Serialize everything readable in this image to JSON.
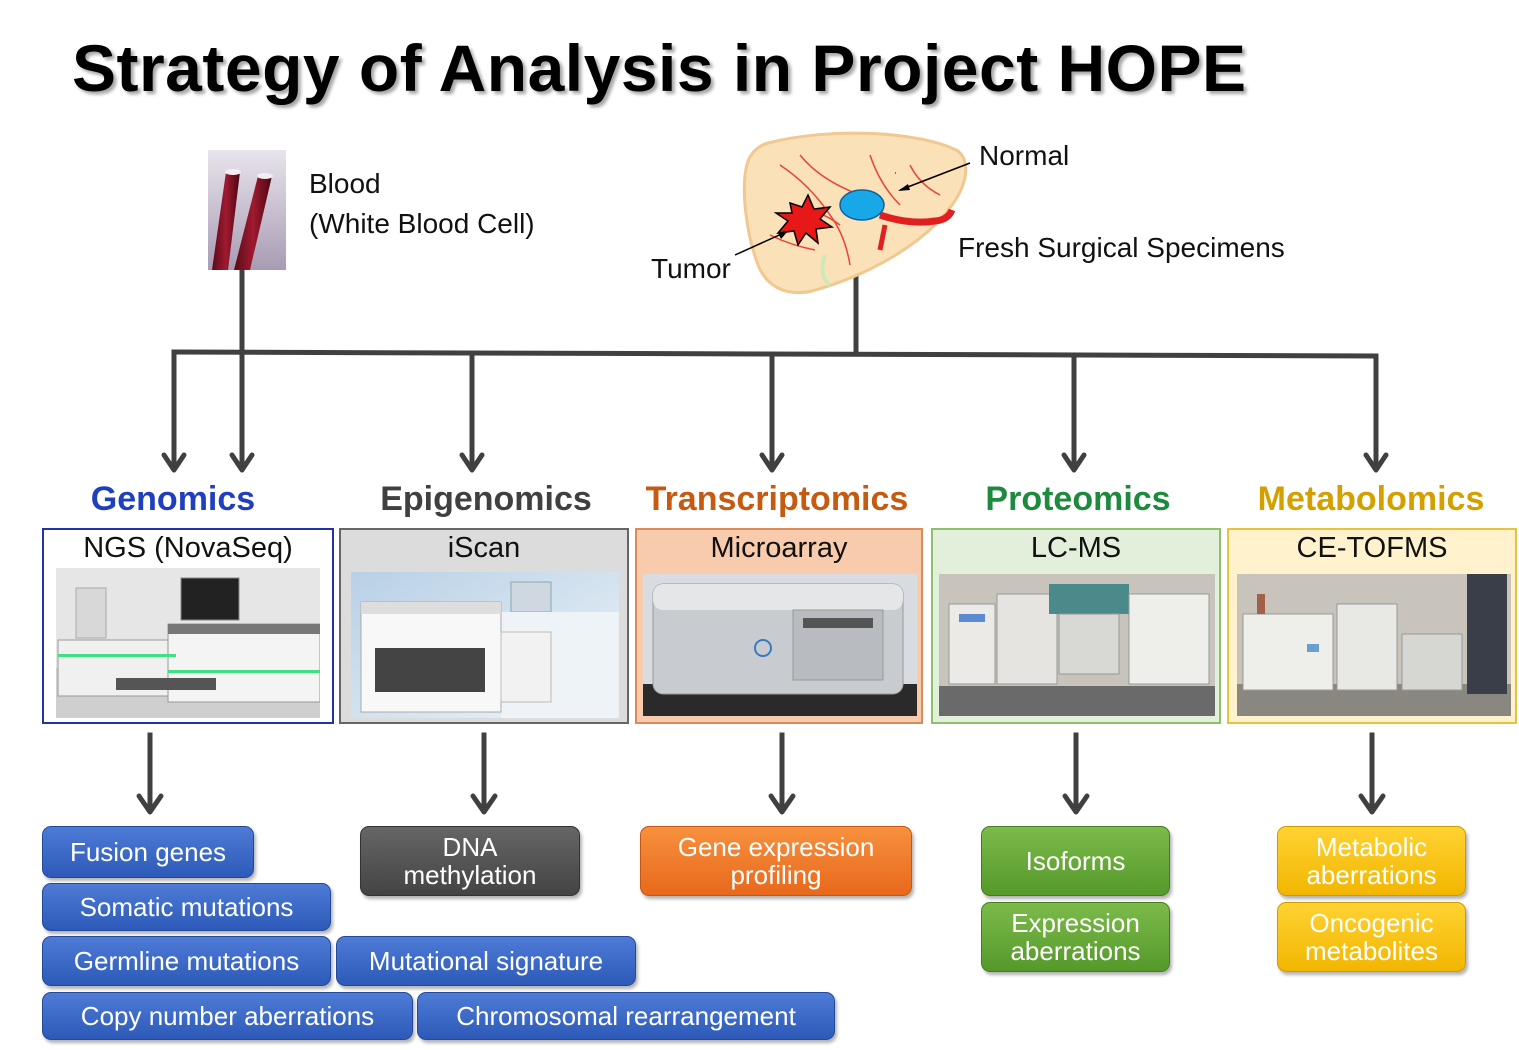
{
  "title": "Strategy of Analysis in Project HOPE",
  "sources": {
    "blood_label_line1": "Blood",
    "blood_label_line2": "(White Blood Cell)",
    "normal_label": "Normal",
    "tumor_label": "Tumor",
    "specimen_label": "Fresh Surgical Specimens"
  },
  "omics": [
    {
      "title": "Genomics",
      "color": "#1f3fbf",
      "instrument": "NGS (NovaSeq)",
      "box_border": "#2233aa",
      "box_fill": "#ffffff"
    },
    {
      "title": "Epigenomics",
      "color": "#404040",
      "instrument": "iScan",
      "box_border": "#666666",
      "box_fill": "#dcdcdc"
    },
    {
      "title": "Transcriptomics",
      "color": "#c55a11",
      "instrument": "Microarray",
      "box_border": "#d98b5a",
      "box_fill": "#f8cbad"
    },
    {
      "title": "Proteomics",
      "color": "#1e8a3e",
      "instrument": "LC-MS",
      "box_border": "#8fbf6a",
      "box_fill": "#e2efda"
    },
    {
      "title": "Metabolomics",
      "color": "#d4a000",
      "instrument": "CE-TOFMS",
      "box_border": "#e6c33a",
      "box_fill": "#fff2cc"
    }
  ],
  "outputs": {
    "genomics": [
      "Fusion genes",
      "Somatic mutations",
      "Germline mutations",
      "Copy number aberrations"
    ],
    "genomics_extra": [
      "Mutational signature",
      "Chromosomal rearrangement"
    ],
    "epigenomics": [
      "DNA methylation"
    ],
    "transcriptomics": [
      "Gene expression profiling"
    ],
    "proteomics": [
      "Isoforms",
      "Expression aberrations"
    ],
    "metabolomics": [
      "Metabolic aberrations",
      "Oncogenic metabolites"
    ]
  }
}
